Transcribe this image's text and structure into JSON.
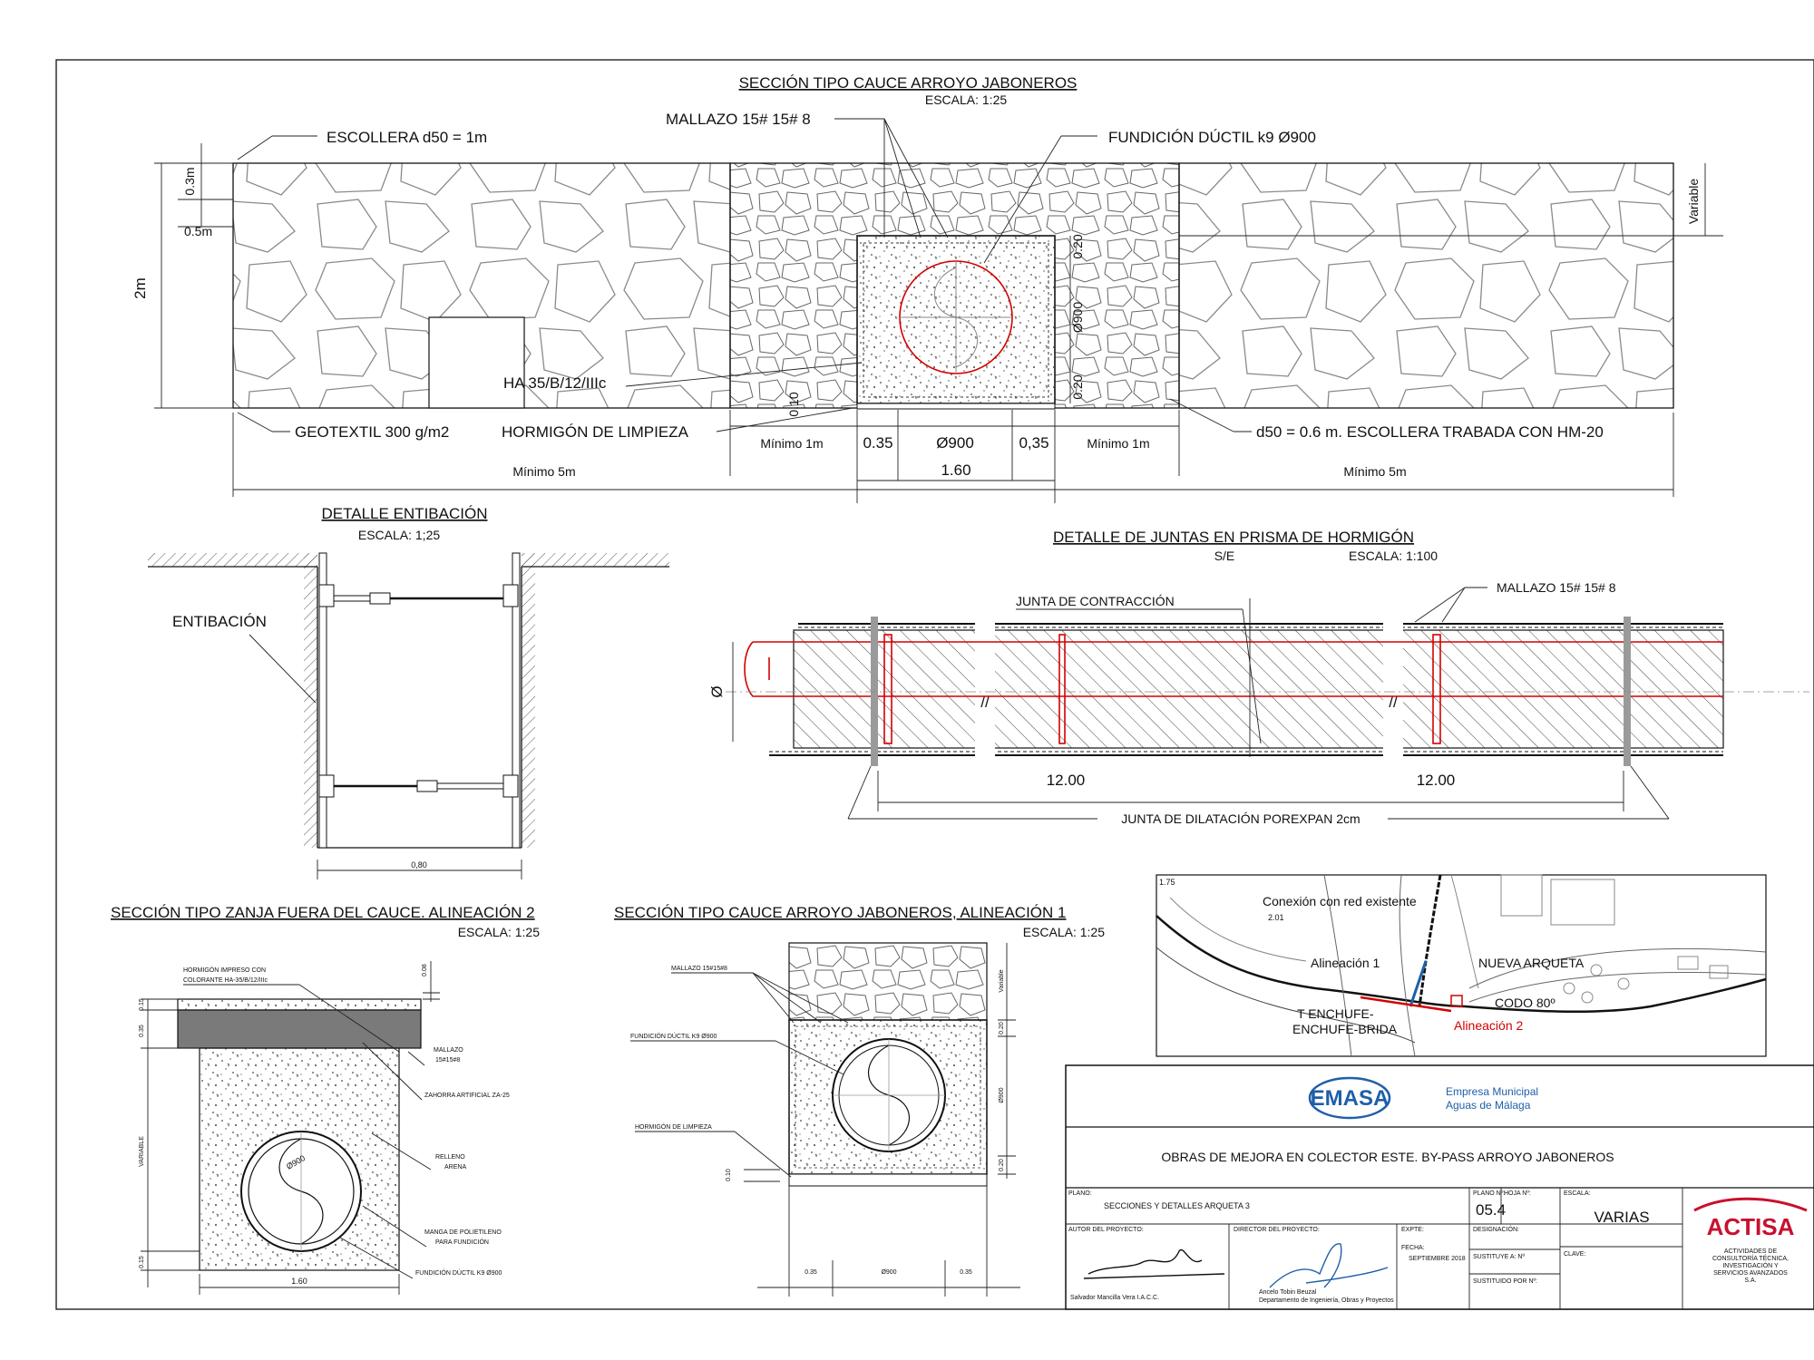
{
  "section_main": {
    "title": "SECCIÓN TIPO CAUCE ARROYO JABONEROS",
    "scale": "ESCALA: 1:25",
    "labels": {
      "escollera": "ESCOLLERA d50 = 1m",
      "mallazo": "MALLAZO 15# 15# 8",
      "fundicion": "FUNDICIÓN DÚCTIL k9 Ø900",
      "ha": "HA 35/B/12/IIIc",
      "geotextil": "GEOTEXTIL 300 g/m2",
      "hormigon_limpieza": "HORMIGÓN DE LIMPIEZA",
      "d50": "d50 = 0.6 m. ESCOLLERA TRABADA CON HM-20",
      "variable": "Variable"
    },
    "dims": {
      "h2m": "2m",
      "d03": "0.3m",
      "d05": "0.5m",
      "d020_top": "0.20",
      "d900_v": "Ø900",
      "d020_bot": "0.20",
      "d010": "0.10",
      "min1_left": "Mínimo 1m",
      "d035_left": "0.35",
      "d900_h": "Ø900",
      "d035_right": "0,35",
      "min1_right": "Mínimo 1m",
      "w160": "1.60",
      "min5_left": "Mínimo 5m",
      "min5_right": "Mínimo 5m"
    }
  },
  "entibacion": {
    "title": "DETALLE ENTIBACIÓN",
    "scale": "ESCALA: 1;25",
    "label": "ENTIBACIÓN",
    "dim": "0,80"
  },
  "juntas": {
    "title": "DETALLE DE JUNTAS EN PRISMA DE HORMIGÓN",
    "se": "S/E",
    "scale": "ESCALA: 1:100",
    "contraccion": "JUNTA DE CONTRACCIÓN",
    "mallazo": "MALLAZO 15# 15# 8",
    "dilatacion": "JUNTA DE DILATACIÓN POREXPAN 2cm",
    "diam": "Ø",
    "len_left": "12.00",
    "len_right": "12.00"
  },
  "zanja": {
    "title": "SECCIÓN TIPO ZANJA FUERA DEL CAUCE. ALINEACIÓN 2",
    "scale": "ESCALA: 1:25",
    "hormigon_impreso_1": "HORMIGÓN IMPRESO CON",
    "hormigon_impreso_2": "COLORANTE HA-35/B/12/IIIc",
    "mallazo_1": "MALLAZO",
    "mallazo_2": "15#15#8",
    "zahorra": "ZAHORRA ARTIFICIAL ZA-25",
    "relleno_1": "RELLENO",
    "relleno_2": "ARENA",
    "manga_1": "MANGA DE POLIETILENO",
    "manga_2": "PARA FUNDICIÓN",
    "fundicion": "FUNDICIÓN DÚCTIL K9 Ø900",
    "d900": "Ø900",
    "variable": "VARIABLE",
    "d015_top": "0.15",
    "d035": "0.35",
    "d008": "0.08",
    "d015_bot": "0.15",
    "w160": "1.60"
  },
  "cauce_alin1": {
    "title": "SECCIÓN TIPO CAUCE ARROYO JABONEROS, ALINEACIÓN 1",
    "scale": "ESCALA: 1:25",
    "mallazo": "MALLAZO 15#15#8",
    "fundicion": "FUNDICIÓN DÚCTIL K9 Ø900",
    "hormigon": "HORMIGÓN DE LIMPIEZA",
    "variable": "Variable",
    "d020_top": "0.20",
    "d900_v": "Ø900",
    "d020_bot": "0.20",
    "d010": "0.10",
    "d035_left": "0.35",
    "d900_h": "Ø900",
    "d035_right": "0.35"
  },
  "map": {
    "conexion": "Conexión con red existente",
    "num": "2.01",
    "alineacion1": "Alineación 1",
    "nueva_arqueta": "NUEVA ARQUETA",
    "codo": "CODO 80º",
    "enchufe_1": "T ENCHUFE-",
    "enchufe_2": "ENCHUFE-BRIDA",
    "alineacion2": "Alineación 2",
    "corner": "1.75"
  },
  "title_block": {
    "company_short": "EMASA",
    "company_line1": "Empresa Municipal",
    "company_line2": "Aguas de Málaga",
    "project": "OBRAS DE MEJORA EN COLECTOR ESTE. BY-PASS ARROYO JABONEROS",
    "plano_lbl": "PLANO:",
    "plano": "SECCIONES Y DETALLES ARQUETA 3",
    "plano_n_lbl": "PLANO Nº:",
    "hoja_lbl": "HOJA Nº:",
    "plano_n": "05.4",
    "escala_lbl": "ESCALA:",
    "escala": "VARIAS",
    "autor_lbl": "AUTOR DEL PROYECTO:",
    "director_lbl": "DIRECTOR DEL PROYECTO:",
    "expte_lbl": "EXPTE:",
    "designacion_lbl": "DESIGNACIÓN:",
    "fecha_lbl": "FECHA:",
    "fecha": "SEPTIEMBRE 2018",
    "sustituye_a": "SUSTITUYE A: Nº",
    "sustituido_por": "SUSTITUIDO POR Nº:",
    "clave_lbl": "CLAVE:",
    "autor": "Salvador Mancilla Vera I.A.C.C.",
    "director_1": "Ancelo Tobin Beuzal",
    "director_2": "Departamento de Ingeniería, Obras y Proyectos",
    "actisa": "ACTISA",
    "actisa_sub_1": "ACTIVIDADES DE",
    "actisa_sub_2": "CONSULTORÍA TÉCNICA,",
    "actisa_sub_3": "INVESTIGACIÓN Y",
    "actisa_sub_4": "SERVICIOS AVANZADOS",
    "actisa_sub_5": "S.A.",
    "colors": {
      "emasa_blue": "#1f5fa8",
      "actisa_red": "#c8102e",
      "red_line": "#d40000"
    }
  }
}
